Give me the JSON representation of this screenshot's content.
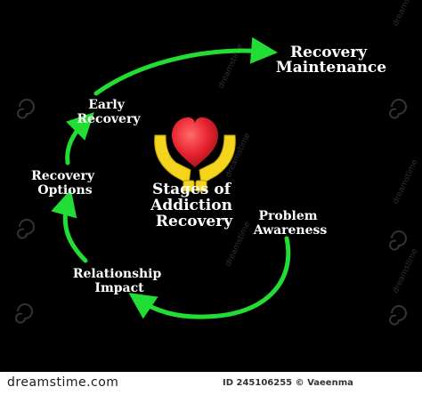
{
  "diagram": {
    "center_title": [
      "Stages of",
      "Addiction",
      "Recovery"
    ],
    "stages": {
      "recovery_maintenance": [
        "Recovery",
        "Maintenance"
      ],
      "early_recovery": [
        "Early",
        "Recovery"
      ],
      "recovery_options": [
        "Recovery",
        "Options"
      ],
      "relationship_impact": [
        "Relationship",
        "Impact"
      ],
      "problem_awareness": [
        "Problem",
        "Awareness"
      ]
    },
    "colors": {
      "background": "#000000",
      "arrow": "#22dd33",
      "heart": "#e8242f",
      "hands": "#f4d41c",
      "text": "#ffffff"
    },
    "icons": [
      "heart-icon",
      "hands-icon",
      "spiral-watermark-icon"
    ]
  },
  "watermark": {
    "side_text": "dreamstime",
    "footer_logo": "dreamstime.com",
    "credit": "ID 245106255 © Vaeenma"
  }
}
